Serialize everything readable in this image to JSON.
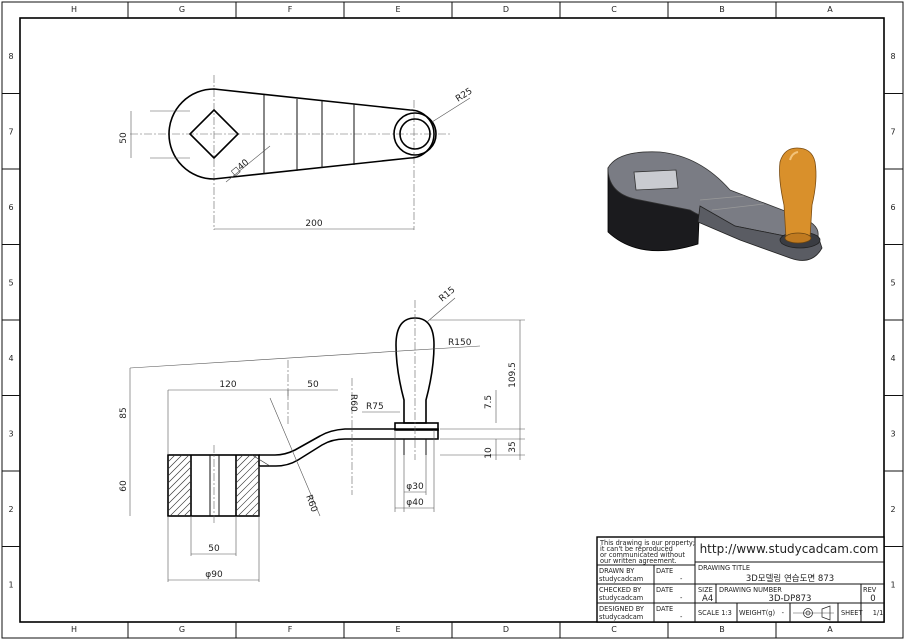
{
  "border": {
    "columns": [
      "H",
      "G",
      "F",
      "E",
      "D",
      "C",
      "B",
      "A"
    ],
    "rows": [
      "8",
      "7",
      "6",
      "5",
      "4",
      "3",
      "2",
      "1"
    ]
  },
  "dimensions": {
    "top_view": {
      "r25": "R25",
      "d50": "50",
      "sq40": "□40",
      "d200": "200"
    },
    "front_view": {
      "r15": "R15",
      "r150": "R150",
      "d120": "120",
      "d50a": "50",
      "r60a": "R60",
      "r75": "R75",
      "d85": "85",
      "d60": "60",
      "d1095": "109.5",
      "d75": "7.5",
      "d35": "35",
      "d10": "10",
      "phi30": "φ30",
      "phi40": "φ40",
      "r60b": "R60",
      "d50b": "50",
      "phi90": "φ90"
    }
  },
  "title_block": {
    "notice": [
      "This drawing is our property;",
      "it can't be reproduced",
      "or communicated without",
      "our written agreement."
    ],
    "url": "http://www.studycadcam.com",
    "drawn_by_label": "DRAWN BY",
    "drawn_by": "studycadcam",
    "checked_by_label": "CHECKED BY",
    "checked_by": "studycadcam",
    "designed_by_label": "DESIGNED BY",
    "designed_by": "studycadcam",
    "date_label": "DATE",
    "date_value": "-",
    "drawing_title_label": "DRAWING TITLE",
    "drawing_title": "3D모델링 연습도면 873",
    "size_label": "SIZE",
    "size_value": "A4",
    "drawing_number_label": "DRAWING NUMBER",
    "drawing_number": "3D-DP873",
    "rev_label": "REV",
    "rev_value": "0",
    "scale": "SCALE 1:3",
    "weight": "WEIGHT(g)",
    "weight_value": "-",
    "sheet_label": "SHEET",
    "sheet_value": "1/1"
  },
  "colors": {
    "handle": "#d9902b",
    "body": "#5a5c63",
    "body_dark": "#1b1b1e",
    "body_top": "#7a7c84"
  }
}
